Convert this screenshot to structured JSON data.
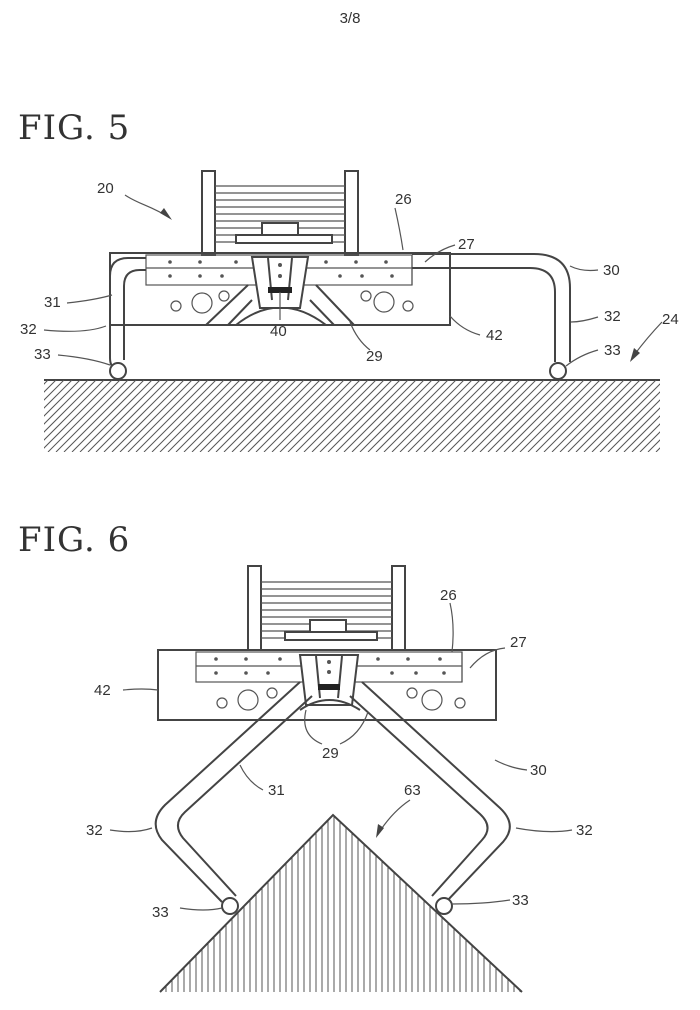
{
  "page_number": "3/8",
  "fig5": {
    "title": "FIG. 5",
    "labels": {
      "l20": "20",
      "l26": "26",
      "l27": "27",
      "l30": "30",
      "l31": "31",
      "l32a": "32",
      "l32b": "32",
      "l33a": "33",
      "l33b": "33",
      "l24": "24",
      "l40": "40",
      "l29": "29",
      "l42": "42"
    }
  },
  "fig6": {
    "title": "FIG. 6",
    "labels": {
      "l26": "26",
      "l27": "27",
      "l42": "42",
      "l29": "29",
      "l30": "30",
      "l31": "31",
      "l32a": "32",
      "l32b": "32",
      "l63": "63",
      "l33a": "33",
      "l33b": "33"
    }
  }
}
